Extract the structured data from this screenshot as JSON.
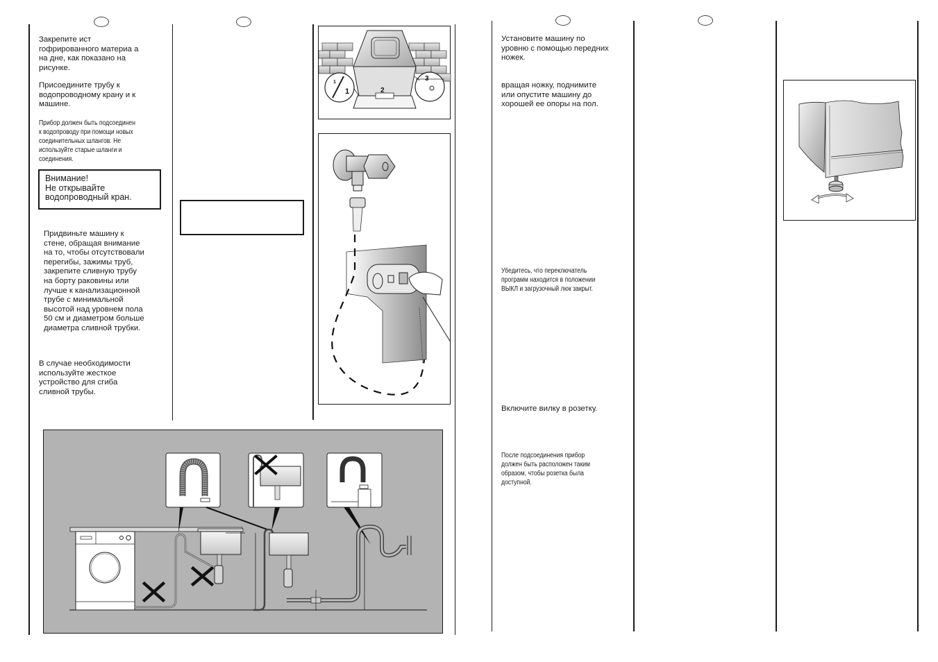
{
  "left_page": {
    "column1": {
      "para1": "Закрепите   ист\nгофрированного материа  а\nна дне, как показано на\nрисунке.",
      "para2": "Присоедините трубу к\nводопроводному крану и к\nмашине.",
      "note": "Прибор должен быть подсоединен\nк водопроводу при помощи новых\nсоединительных шлангов. Не\nиспользуйте старые шланги и\nсоединения.",
      "warning": "Внимание!\nНе открывайте\nводопроводный кран.",
      "para3": "Придвиньте машину к\nстене, обращая внимание\nна то, чтобы отсутствовали\nперегибы, зажимы труб,\nзакрепите сливную трубу\nна борту раковины или\nлучше к канализационной\nтрубе с минимальной\nвысотой над уровнем пола\n50 см и диаметром больше\nдиаметра сливной трубки.",
      "para4": "В случае необходимости\nиспользуйте жесткое\nустройство для сгиба\nсливной трубы."
    },
    "figure_transport_bolts": {
      "labels": [
        "1",
        "2",
        "3"
      ],
      "sublabel": "1"
    }
  },
  "right_page": {
    "column1": {
      "para1": "Установите машину по\nуровню с помощью передних\nножек.",
      "para2": "вращая ножку, поднимите\nили опустите машину до\nхорошей ее опоры на пол.",
      "note1": "Убедитесь, что переключатель\nпрограмм находится в положении\nВЫКЛ и загрузочный люк закрыт.",
      "para3": "Включите вилку в розетку.",
      "note2": "После подсоединения прибор\nдолжен быть расположен таким\nобразом, чтобы розетка была\nдоступной."
    }
  },
  "colors": {
    "ink": "#1a1a1a",
    "panel_grey": "#b3b3b3",
    "sink_grey": "#d9d9d9"
  }
}
